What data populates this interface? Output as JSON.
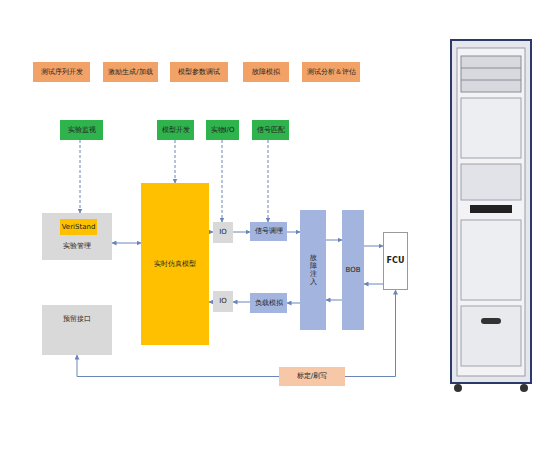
{
  "diagram": {
    "nodes": [
      {
        "text": [
          "测试序列开发"
        ]
      },
      {
        "text": [
          "激励生成/加载"
        ]
      },
      {
        "text": [
          "模型参数调试"
        ]
      },
      {
        "text": [
          "故障模拟"
        ]
      },
      {
        "text": [
          "测试分析＆评估"
        ]
      },
      {
        "text": [
          "实验监视"
        ]
      },
      {
        "text": [
          "模型开发"
        ]
      },
      {
        "text": [
          "实物I/O"
        ]
      },
      {
        "text": [
          "信号匹配"
        ]
      },
      {
        "text": [
          "实验管理"
        ]
      },
      {
        "text": [
          "VeriStand"
        ],
        "in": 9
      },
      {
        "text": [
          "实时仿真模型"
        ]
      },
      {
        "text": [
          "IO"
        ]
      },
      {
        "text": [
          "信号调理"
        ]
      },
      {
        "text": [
          "故障注入"
        ]
      },
      {
        "text": [
          "BOB"
        ]
      },
      {
        "text": [
          "FCU"
        ]
      },
      {
        "text": [
          "IO"
        ]
      },
      {
        "text": [
          "负载模拟"
        ]
      },
      {
        "text": [
          "预留接口"
        ]
      },
      {
        "text": [
          "标定/刷写"
        ]
      }
    ],
    "edges": [
      {
        "from": 5,
        "to": 9,
        "arrow": "to"
      },
      {
        "from": 6,
        "to": 11,
        "arrow": "to"
      },
      {
        "from": 7,
        "to": 12,
        "arrow": "to"
      },
      {
        "from": 8,
        "to": 13,
        "arrow": "to"
      },
      {
        "from": 9,
        "to": 11,
        "arrow": "both"
      },
      {
        "from": 11,
        "to": 12,
        "arrow": "to"
      },
      {
        "from": 12,
        "to": 13,
        "arrow": "to"
      },
      {
        "from": 13,
        "to": 14,
        "arrow": "to"
      },
      {
        "from": 14,
        "to": 15,
        "arrow": "to"
      },
      {
        "from": 15,
        "to": 16,
        "arrow": "to"
      },
      {
        "from": 16,
        "to": 15,
        "arrow": "to"
      },
      {
        "from": 15,
        "to": 14,
        "arrow": "to"
      },
      {
        "from": 14,
        "to": 18,
        "arrow": "to"
      },
      {
        "from": 18,
        "to": 17,
        "arrow": "to"
      },
      {
        "from": 17,
        "to": 11,
        "arrow": "to"
      },
      {
        "from": 20,
        "to": 19,
        "arrow": "to"
      },
      {
        "from": 20,
        "to": 16,
        "arrow": "to"
      }
    ]
  }
}
